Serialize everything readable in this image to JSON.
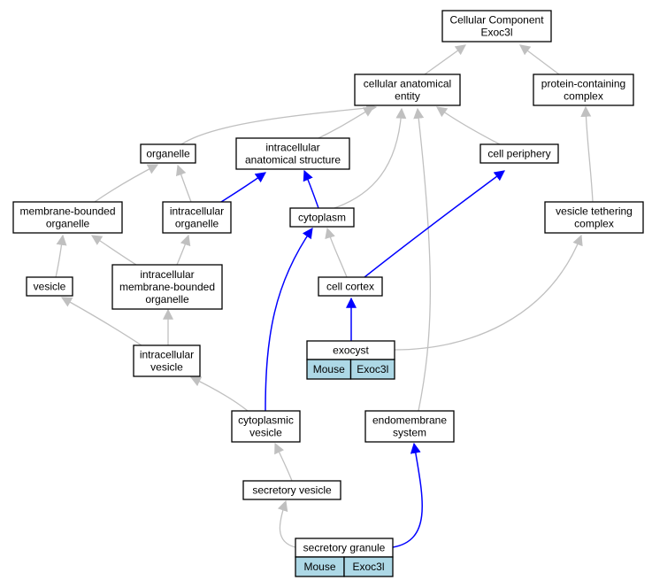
{
  "colors": {
    "is_a_edge": "#c0c0c0",
    "part_of_edge": "#0000ff",
    "annotation_fill": "#add8e6",
    "node_border": "#000000",
    "background": "#ffffff"
  },
  "nodes": [
    {
      "id": "cellular-component-exoc3l",
      "lines": [
        "Cellular Component",
        "Exoc3l"
      ]
    },
    {
      "id": "cellular-anatomical-entity",
      "lines": [
        "cellular anatomical",
        "entity"
      ]
    },
    {
      "id": "protein-containing-complex",
      "lines": [
        "protein-containing",
        "complex"
      ]
    },
    {
      "id": "organelle",
      "lines": [
        "organelle"
      ]
    },
    {
      "id": "intracellular-anatomical-structure",
      "lines": [
        "intracellular",
        "anatomical structure"
      ]
    },
    {
      "id": "cell-periphery",
      "lines": [
        "cell periphery"
      ]
    },
    {
      "id": "membrane-bounded-organelle",
      "lines": [
        "membrane-bounded",
        "organelle"
      ]
    },
    {
      "id": "intracellular-organelle",
      "lines": [
        "intracellular",
        "organelle"
      ]
    },
    {
      "id": "cytoplasm",
      "lines": [
        "cytoplasm"
      ]
    },
    {
      "id": "vesicle-tethering-complex",
      "lines": [
        "vesicle tethering",
        "complex"
      ]
    },
    {
      "id": "vesicle",
      "lines": [
        "vesicle"
      ]
    },
    {
      "id": "intracellular-membrane-bounded-organelle",
      "lines": [
        "intracellular",
        "membrane-bounded",
        "organelle"
      ]
    },
    {
      "id": "cell-cortex",
      "lines": [
        "cell cortex"
      ]
    },
    {
      "id": "exocyst",
      "lines": [
        "exocyst"
      ],
      "annotation": [
        "Mouse",
        "Exoc3l"
      ]
    },
    {
      "id": "intracellular-vesicle",
      "lines": [
        "intracellular",
        "vesicle"
      ]
    },
    {
      "id": "cytoplasmic-vesicle",
      "lines": [
        "cytoplasmic",
        "vesicle"
      ]
    },
    {
      "id": "endomembrane-system",
      "lines": [
        "endomembrane",
        "system"
      ]
    },
    {
      "id": "secretory-vesicle",
      "lines": [
        "secretory vesicle"
      ]
    },
    {
      "id": "secretory-granule",
      "lines": [
        "secretory granule"
      ],
      "annotation": [
        "Mouse",
        "Exoc3l"
      ]
    }
  ],
  "edges": [
    {
      "from": "cellular-anatomical-entity",
      "to": "cellular-component-exoc3l",
      "type": "is_a"
    },
    {
      "from": "protein-containing-complex",
      "to": "cellular-component-exoc3l",
      "type": "is_a"
    },
    {
      "from": "organelle",
      "to": "cellular-anatomical-entity",
      "type": "is_a"
    },
    {
      "from": "intracellular-anatomical-structure",
      "to": "cellular-anatomical-entity",
      "type": "is_a"
    },
    {
      "from": "cell-periphery",
      "to": "cellular-anatomical-entity",
      "type": "is_a"
    },
    {
      "from": "cytoplasm",
      "to": "cellular-anatomical-entity",
      "type": "is_a"
    },
    {
      "from": "endomembrane-system",
      "to": "cellular-anatomical-entity",
      "type": "is_a"
    },
    {
      "from": "membrane-bounded-organelle",
      "to": "organelle",
      "type": "is_a"
    },
    {
      "from": "intracellular-organelle",
      "to": "organelle",
      "type": "is_a"
    },
    {
      "from": "intracellular-organelle",
      "to": "intracellular-anatomical-structure",
      "type": "part_of"
    },
    {
      "from": "cytoplasm",
      "to": "intracellular-anatomical-structure",
      "type": "part_of"
    },
    {
      "from": "cell-cortex",
      "to": "cell-periphery",
      "type": "part_of"
    },
    {
      "from": "vesicle-tethering-complex",
      "to": "protein-containing-complex",
      "type": "is_a"
    },
    {
      "from": "vesicle",
      "to": "membrane-bounded-organelle",
      "type": "is_a"
    },
    {
      "from": "intracellular-membrane-bounded-organelle",
      "to": "membrane-bounded-organelle",
      "type": "is_a"
    },
    {
      "from": "intracellular-membrane-bounded-organelle",
      "to": "intracellular-organelle",
      "type": "is_a"
    },
    {
      "from": "cell-cortex",
      "to": "cytoplasm",
      "type": "is_a"
    },
    {
      "from": "cytoplasmic-vesicle",
      "to": "cytoplasm",
      "type": "part_of"
    },
    {
      "from": "exocyst",
      "to": "vesicle-tethering-complex",
      "type": "is_a"
    },
    {
      "from": "exocyst",
      "to": "cell-cortex",
      "type": "part_of"
    },
    {
      "from": "intracellular-vesicle",
      "to": "vesicle",
      "type": "is_a"
    },
    {
      "from": "intracellular-vesicle",
      "to": "intracellular-membrane-bounded-organelle",
      "type": "is_a"
    },
    {
      "from": "cytoplasmic-vesicle",
      "to": "intracellular-vesicle",
      "type": "is_a"
    },
    {
      "from": "secretory-vesicle",
      "to": "cytoplasmic-vesicle",
      "type": "is_a"
    },
    {
      "from": "secretory-granule",
      "to": "secretory-vesicle",
      "type": "is_a"
    },
    {
      "from": "secretory-granule",
      "to": "endomembrane-system",
      "type": "part_of"
    }
  ]
}
